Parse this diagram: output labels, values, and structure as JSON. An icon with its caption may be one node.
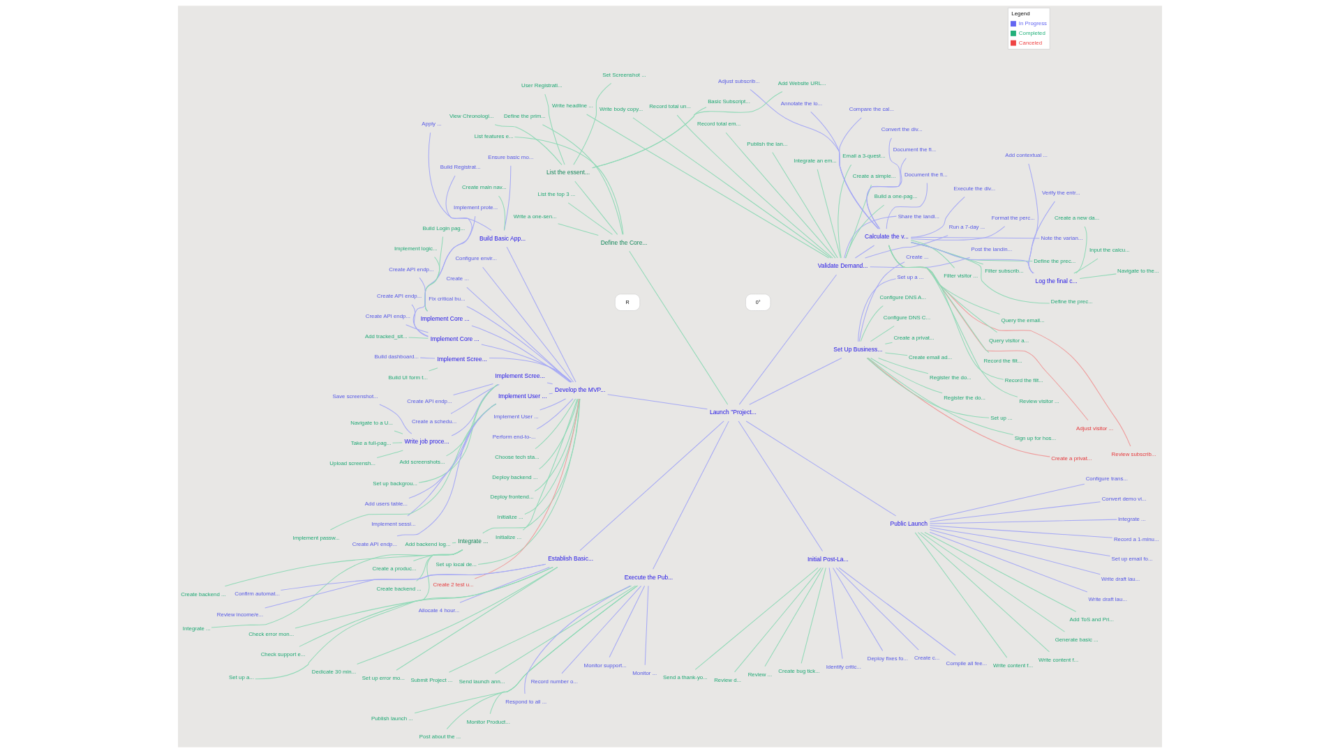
{
  "diagram": {
    "nodes": [
      {
        "text": [
          "Launch \"Project..."
        ]
      },
      {
        "text": [
          "Validate Demand..."
        ]
      },
      {
        "text": [
          "Calculate the v..."
        ]
      },
      {
        "text": [
          "Review subscrib..."
        ]
      },
      {
        "text": [
          "Adjust visitor ..."
        ]
      },
      {
        "text": [
          "Review visitor ..."
        ]
      },
      {
        "text": [
          "Record the filt..."
        ]
      },
      {
        "text": [
          "Record the filt..."
        ]
      },
      {
        "text": [
          "Query visitor a..."
        ]
      },
      {
        "text": [
          "Query the email..."
        ]
      },
      {
        "text": [
          "Filter visitor ..."
        ]
      },
      {
        "text": [
          "Filter subscrib..."
        ]
      },
      {
        "text": [
          "Define the prec..."
        ]
      },
      {
        "text": [
          "Define the prec..."
        ]
      },
      {
        "text": [
          "Note the varian..."
        ]
      },
      {
        "text": [
          "Log the final c..."
        ]
      },
      {
        "text": [
          "Navigate to the..."
        ]
      },
      {
        "text": [
          "Input the calcu..."
        ]
      },
      {
        "text": [
          "Create a new da..."
        ]
      },
      {
        "text": [
          "Verify the entr..."
        ]
      },
      {
        "text": [
          "Add contextual ..."
        ]
      },
      {
        "text": [
          "Format the perc..."
        ]
      },
      {
        "text": [
          "Execute the div..."
        ]
      },
      {
        "text": [
          "Document the fi..."
        ]
      },
      {
        "text": [
          "Document the fi..."
        ]
      },
      {
        "text": [
          "Convert the div..."
        ]
      },
      {
        "text": [
          "Compare the cal..."
        ]
      },
      {
        "text": [
          "Annotate the lo..."
        ]
      },
      {
        "text": [
          "Adjust subscrib..."
        ]
      },
      {
        "text": [
          "Post the landin..."
        ]
      },
      {
        "text": [
          "Run a 7-day ..."
        ]
      },
      {
        "text": [
          "Share the landi..."
        ]
      },
      {
        "text": [
          "Build a one-pag..."
        ]
      },
      {
        "text": [
          "Create a simple..."
        ]
      },
      {
        "text": [
          "Email a 3-quest..."
        ]
      },
      {
        "text": [
          "Integrate an em..."
        ]
      },
      {
        "text": [
          "Publish the lan..."
        ]
      },
      {
        "text": [
          "Record total em..."
        ]
      },
      {
        "text": [
          "Record total un..."
        ]
      },
      {
        "text": [
          "Write body copy..."
        ]
      },
      {
        "text": [
          "Write headline ..."
        ]
      },
      {
        "text": [
          "Define the Core..."
        ]
      },
      {
        "text": [
          "Define the prim..."
        ]
      },
      {
        "text": [
          "List features e..."
        ]
      },
      {
        "text": [
          "List the essent..."
        ]
      },
      {
        "text": [
          "Add Website URL..."
        ]
      },
      {
        "text": [
          "Basic Subscript..."
        ]
      },
      {
        "text": [
          "Set Screenshot ..."
        ]
      },
      {
        "text": [
          "User Registrati..."
        ]
      },
      {
        "text": [
          "View Chronologi..."
        ]
      },
      {
        "text": [
          "List the top 3 ..."
        ]
      },
      {
        "text": [
          "Write a one-sen..."
        ]
      },
      {
        "text": [
          "Develop the MVP..."
        ]
      },
      {
        "text": [
          "Build Basic App..."
        ]
      },
      {
        "text": [
          "Apply ..."
        ]
      },
      {
        "text": [
          "Ensure basic mo..."
        ]
      },
      {
        "text": [
          "Create main nav..."
        ]
      },
      {
        "text": [
          "Configure envir..."
        ]
      },
      {
        "text": [
          "Create ..."
        ]
      },
      {
        "text": [
          "Fix critical bu..."
        ]
      },
      {
        "text": [
          "Implement Core ..."
        ]
      },
      {
        "text": [
          "Build Registrat..."
        ]
      },
      {
        "text": [
          "Implement prote..."
        ]
      },
      {
        "text": [
          "Build Login pag..."
        ]
      },
      {
        "text": [
          "Implement logic..."
        ]
      },
      {
        "text": [
          "Implement Core ..."
        ]
      },
      {
        "text": [
          "Create API endp..."
        ]
      },
      {
        "text": [
          "Create API endp..."
        ]
      },
      {
        "text": [
          "Create API endp..."
        ]
      },
      {
        "text": [
          "Add tracked_sit..."
        ]
      },
      {
        "text": [
          "Implement Scree..."
        ]
      },
      {
        "text": [
          "Build dashboard..."
        ]
      },
      {
        "text": [
          "Build UI form t..."
        ]
      },
      {
        "text": [
          "Implement Scree..."
        ]
      },
      {
        "text": [
          "Create API endp..."
        ]
      },
      {
        "text": [
          "Create a schedu..."
        ]
      },
      {
        "text": [
          "Write job proce..."
        ]
      },
      {
        "text": [
          "Save screenshot..."
        ]
      },
      {
        "text": [
          "Navigate to a U..."
        ]
      },
      {
        "text": [
          "Take a full-pag..."
        ]
      },
      {
        "text": [
          "Upload screensh..."
        ]
      },
      {
        "text": [
          "Add screenshots..."
        ]
      },
      {
        "text": [
          "Set up backgrou..."
        ]
      },
      {
        "text": [
          "Implement User ..."
        ]
      },
      {
        "text": [
          "Add users table..."
        ]
      },
      {
        "text": [
          "Create API endp..."
        ]
      },
      {
        "text": [
          "Implement sessi..."
        ]
      },
      {
        "text": [
          "Implement passw..."
        ]
      },
      {
        "text": [
          "Implement User ..."
        ]
      },
      {
        "text": [
          "Perform end-to-..."
        ]
      },
      {
        "text": [
          "Choose tech sta..."
        ]
      },
      {
        "text": [
          "Deploy backend ..."
        ]
      },
      {
        "text": [
          "Deploy frontend..."
        ]
      },
      {
        "text": [
          "Initialize ..."
        ]
      },
      {
        "text": [
          "Initialize ..."
        ]
      },
      {
        "text": [
          "Integrate ..."
        ]
      },
      {
        "text": [
          "Add backend log..."
        ]
      },
      {
        "text": [
          "Create a produc..."
        ]
      },
      {
        "text": [
          "Create backend ..."
        ]
      },
      {
        "text": [
          "Create backend ..."
        ]
      },
      {
        "text": [
          "Integrate ..."
        ]
      },
      {
        "text": [
          "Set up a..."
        ]
      },
      {
        "text": [
          "Set up local de..."
        ]
      },
      {
        "text": [
          "Create 2 test u..."
        ]
      },
      {
        "text": [
          "Establish Basic..."
        ]
      },
      {
        "text": [
          "Allocate 4 hour..."
        ]
      },
      {
        "text": [
          "Confirm automat..."
        ]
      },
      {
        "text": [
          "Review income/e..."
        ]
      },
      {
        "text": [
          "Check error mon..."
        ]
      },
      {
        "text": [
          "Check support e..."
        ]
      },
      {
        "text": [
          "Dedicate 30 min..."
        ]
      },
      {
        "text": [
          "Set up error mo..."
        ]
      },
      {
        "text": [
          "Execute the Pub..."
        ]
      },
      {
        "text": [
          "Submit Project ..."
        ]
      },
      {
        "text": [
          "Send launch ann..."
        ]
      },
      {
        "text": [
          "Publish launch ..."
        ]
      },
      {
        "text": [
          "Post about the ..."
        ]
      },
      {
        "text": [
          "Monitor Product..."
        ]
      },
      {
        "text": [
          "Respond to all ..."
        ]
      },
      {
        "text": [
          "Record number o..."
        ]
      },
      {
        "text": [
          "Monitor support..."
        ]
      },
      {
        "text": [
          "Monitor ..."
        ]
      },
      {
        "text": [
          "Initial Post-La..."
        ]
      },
      {
        "text": [
          "Send a thank-yo..."
        ]
      },
      {
        "text": [
          "Review d..."
        ]
      },
      {
        "text": [
          "Review ..."
        ]
      },
      {
        "text": [
          "Create bug tick..."
        ]
      },
      {
        "text": [
          "Identify critic..."
        ]
      },
      {
        "text": [
          "Deploy fixes fo..."
        ]
      },
      {
        "text": [
          "Create c..."
        ]
      },
      {
        "text": [
          "Compile all fee..."
        ]
      },
      {
        "text": [
          "Public Launch"
        ]
      },
      {
        "text": [
          "Write content f..."
        ]
      },
      {
        "text": [
          "Write content f..."
        ]
      },
      {
        "text": [
          "Generate basic ..."
        ]
      },
      {
        "text": [
          "Add ToS and Pri..."
        ]
      },
      {
        "text": [
          "Write draft lau..."
        ]
      },
      {
        "text": [
          "Write draft lau..."
        ]
      },
      {
        "text": [
          "Set up email fo..."
        ]
      },
      {
        "text": [
          "Record a 1-minu..."
        ]
      },
      {
        "text": [
          "Integrate ..."
        ]
      },
      {
        "text": [
          "Convert demo vi..."
        ]
      },
      {
        "text": [
          "Configure trans..."
        ]
      },
      {
        "text": [
          "Set Up Business..."
        ]
      },
      {
        "text": [
          "Create a privat..."
        ]
      },
      {
        "text": [
          "Sign up for hos..."
        ]
      },
      {
        "text": [
          "Set up ..."
        ]
      },
      {
        "text": [
          "Register the do..."
        ]
      },
      {
        "text": [
          "Register the do..."
        ]
      },
      {
        "text": [
          "Create email ad..."
        ]
      },
      {
        "text": [
          "Create a privat..."
        ]
      },
      {
        "text": [
          "Configure DNS C..."
        ]
      },
      {
        "text": [
          "Configure DNS A..."
        ]
      },
      {
        "text": [
          "Set up a ..."
        ]
      },
      {
        "text": [
          "Create ..."
        ]
      }
    ],
    "edges": [
      {
        "from": 0,
        "to": 1,
        "arrow": "none",
        "color": "#a5a8f5"
      },
      {
        "from": 1,
        "to": 2,
        "arrow": "none",
        "color": "#a5a8f5"
      },
      {
        "from": 2,
        "to": 3,
        "arrow": "none",
        "color": "#ef9a9a"
      },
      {
        "from": 2,
        "to": 4,
        "arrow": "none",
        "color": "#ef9a9a"
      },
      {
        "from": 2,
        "to": 5,
        "arrow": "none"
      },
      {
        "from": 2,
        "to": 6,
        "arrow": "none"
      },
      {
        "from": 2,
        "to": 7,
        "arrow": "none"
      },
      {
        "from": 2,
        "to": 8,
        "arrow": "none"
      },
      {
        "from": 2,
        "to": 9,
        "arrow": "none"
      },
      {
        "from": 2,
        "to": 10,
        "arrow": "none"
      },
      {
        "from": 2,
        "to": 11,
        "arrow": "none"
      },
      {
        "from": 2,
        "to": 12,
        "arrow": "none"
      },
      {
        "from": 2,
        "to": 13,
        "arrow": "none"
      },
      {
        "from": 2,
        "to": 14,
        "arrow": "none",
        "color": "#a5a8f5"
      },
      {
        "from": 2,
        "to": 15,
        "arrow": "none",
        "color": "#a5a8f5"
      },
      {
        "from": 15,
        "to": 16,
        "arrow": "none"
      },
      {
        "from": 15,
        "to": 17,
        "arrow": "none"
      },
      {
        "from": 15,
        "to": 18,
        "arrow": "none"
      },
      {
        "from": 15,
        "to": 19,
        "arrow": "none",
        "color": "#a5a8f5"
      },
      {
        "from": 15,
        "to": 20,
        "arrow": "none",
        "color": "#a5a8f5"
      },
      {
        "from": 2,
        "to": 21,
        "arrow": "none",
        "color": "#a5a8f5"
      },
      {
        "from": 2,
        "to": 22,
        "arrow": "none",
        "color": "#a5a8f5"
      },
      {
        "from": 2,
        "to": 23,
        "arrow": "none",
        "color": "#a5a8f5"
      },
      {
        "from": 2,
        "to": 24,
        "arrow": "none",
        "color": "#a5a8f5"
      },
      {
        "from": 2,
        "to": 25,
        "arrow": "none",
        "color": "#a5a8f5"
      },
      {
        "from": 2,
        "to": 26,
        "arrow": "none",
        "color": "#a5a8f5"
      },
      {
        "from": 2,
        "to": 27,
        "arrow": "none",
        "color": "#a5a8f5"
      },
      {
        "from": 2,
        "to": 28,
        "arrow": "none",
        "color": "#a5a8f5"
      },
      {
        "from": 1,
        "to": 29,
        "arrow": "none",
        "color": "#a5a8f5"
      },
      {
        "from": 1,
        "to": 30,
        "arrow": "none",
        "color": "#a5a8f5"
      },
      {
        "from": 1,
        "to": 31,
        "arrow": "none",
        "color": "#a5a8f5"
      },
      {
        "from": 1,
        "to": 32,
        "arrow": "none"
      },
      {
        "from": 1,
        "to": 33,
        "arrow": "none"
      },
      {
        "from": 1,
        "to": 34,
        "arrow": "none"
      },
      {
        "from": 1,
        "to": 35,
        "arrow": "none"
      },
      {
        "from": 1,
        "to": 36,
        "arrow": "none"
      },
      {
        "from": 1,
        "to": 37,
        "arrow": "none"
      },
      {
        "from": 1,
        "to": 38,
        "arrow": "none"
      },
      {
        "from": 1,
        "to": 39,
        "arrow": "none"
      },
      {
        "from": 1,
        "to": 40,
        "arrow": "none"
      },
      {
        "from": 0,
        "to": 41,
        "arrow": "none"
      },
      {
        "from": 41,
        "to": 42,
        "arrow": "none"
      },
      {
        "from": 41,
        "to": 43,
        "arrow": "none"
      },
      {
        "from": 41,
        "to": 44,
        "arrow": "none"
      },
      {
        "from": 44,
        "to": 45,
        "arrow": "none"
      },
      {
        "from": 44,
        "to": 46,
        "arrow": "none"
      },
      {
        "from": 44,
        "to": 47,
        "arrow": "none"
      },
      {
        "from": 44,
        "to": 48,
        "arrow": "none"
      },
      {
        "from": 44,
        "to": 49,
        "arrow": "none"
      },
      {
        "from": 41,
        "to": 50,
        "arrow": "none"
      },
      {
        "from": 41,
        "to": 51,
        "arrow": "none"
      },
      {
        "from": 0,
        "to": 52,
        "arrow": "none",
        "color": "#a5a8f5"
      },
      {
        "from": 52,
        "to": 53,
        "arrow": "none",
        "color": "#a5a8f5"
      },
      {
        "from": 53,
        "to": 54,
        "arrow": "none",
        "color": "#a5a8f5"
      },
      {
        "from": 53,
        "to": 55,
        "arrow": "none",
        "color": "#a5a8f5"
      },
      {
        "from": 53,
        "to": 56,
        "arrow": "none"
      },
      {
        "from": 52,
        "to": 57,
        "arrow": "none",
        "color": "#a5a8f5"
      },
      {
        "from": 52,
        "to": 58,
        "arrow": "none",
        "color": "#a5a8f5"
      },
      {
        "from": 52,
        "to": 59,
        "arrow": "none",
        "color": "#a5a8f5"
      },
      {
        "from": 52,
        "to": 60,
        "arrow": "none",
        "color": "#a5a8f5"
      },
      {
        "from": 60,
        "to": 61,
        "arrow": "none",
        "color": "#a5a8f5"
      },
      {
        "from": 60,
        "to": 62,
        "arrow": "none",
        "color": "#a5a8f5"
      },
      {
        "from": 60,
        "to": 63,
        "arrow": "none"
      },
      {
        "from": 60,
        "to": 64,
        "arrow": "none"
      },
      {
        "from": 52,
        "to": 65,
        "arrow": "none",
        "color": "#a5a8f5"
      },
      {
        "from": 65,
        "to": 66,
        "arrow": "none",
        "color": "#a5a8f5"
      },
      {
        "from": 65,
        "to": 67,
        "arrow": "none",
        "color": "#a5a8f5"
      },
      {
        "from": 65,
        "to": 68,
        "arrow": "none",
        "color": "#a5a8f5"
      },
      {
        "from": 65,
        "to": 69,
        "arrow": "none"
      },
      {
        "from": 52,
        "to": 70,
        "arrow": "none",
        "color": "#a5a8f5"
      },
      {
        "from": 70,
        "to": 71,
        "arrow": "none",
        "color": "#a5a8f5"
      },
      {
        "from": 70,
        "to": 72,
        "arrow": "none"
      },
      {
        "from": 52,
        "to": 73,
        "arrow": "none",
        "color": "#a5a8f5"
      },
      {
        "from": 73,
        "to": 74,
        "arrow": "none",
        "color": "#a5a8f5"
      },
      {
        "from": 73,
        "to": 75,
        "arrow": "none",
        "color": "#a5a8f5"
      },
      {
        "from": 73,
        "to": 76,
        "arrow": "none",
        "color": "#a5a8f5"
      },
      {
        "from": 76,
        "to": 77,
        "arrow": "none",
        "color": "#a5a8f5"
      },
      {
        "from": 76,
        "to": 78,
        "arrow": "none"
      },
      {
        "from": 76,
        "to": 79,
        "arrow": "none"
      },
      {
        "from": 76,
        "to": 80,
        "arrow": "none"
      },
      {
        "from": 73,
        "to": 81,
        "arrow": "none"
      },
      {
        "from": 73,
        "to": 82,
        "arrow": "none"
      },
      {
        "from": 52,
        "to": 83,
        "arrow": "none",
        "color": "#a5a8f5"
      },
      {
        "from": 83,
        "to": 84,
        "arrow": "none",
        "color": "#a5a8f5"
      },
      {
        "from": 83,
        "to": 85,
        "arrow": "none",
        "color": "#a5a8f5"
      },
      {
        "from": 83,
        "to": 86,
        "arrow": "none",
        "color": "#a5a8f5"
      },
      {
        "from": 83,
        "to": 87,
        "arrow": "none"
      },
      {
        "from": 52,
        "to": 88,
        "arrow": "none",
        "color": "#a5a8f5"
      },
      {
        "from": 52,
        "to": 89,
        "arrow": "none",
        "color": "#a5a8f5"
      },
      {
        "from": 52,
        "to": 90,
        "arrow": "none"
      },
      {
        "from": 52,
        "to": 91,
        "arrow": "none"
      },
      {
        "from": 52,
        "to": 92,
        "arrow": "none"
      },
      {
        "from": 52,
        "to": 93,
        "arrow": "none"
      },
      {
        "from": 52,
        "to": 94,
        "arrow": "none"
      },
      {
        "from": 52,
        "to": 95,
        "arrow": "none"
      },
      {
        "from": 95,
        "to": 96,
        "arrow": "none"
      },
      {
        "from": 95,
        "to": 97,
        "arrow": "none"
      },
      {
        "from": 95,
        "to": 98,
        "arrow": "none"
      },
      {
        "from": 95,
        "to": 99,
        "arrow": "none"
      },
      {
        "from": 95,
        "to": 100,
        "arrow": "none"
      },
      {
        "from": 95,
        "to": 101,
        "arrow": "none"
      },
      {
        "from": 52,
        "to": 102,
        "arrow": "none"
      },
      {
        "from": 52,
        "to": 103,
        "arrow": "none",
        "color": "#ef9a9a"
      },
      {
        "from": 0,
        "to": 104,
        "arrow": "none",
        "color": "#a5a8f5"
      },
      {
        "from": 104,
        "to": 105,
        "arrow": "none",
        "color": "#a5a8f5"
      },
      {
        "from": 104,
        "to": 106,
        "arrow": "none",
        "color": "#a5a8f5"
      },
      {
        "from": 104,
        "to": 107,
        "arrow": "none",
        "color": "#a5a8f5"
      },
      {
        "from": 104,
        "to": 108,
        "arrow": "none"
      },
      {
        "from": 104,
        "to": 109,
        "arrow": "none"
      },
      {
        "from": 104,
        "to": 110,
        "arrow": "none"
      },
      {
        "from": 104,
        "to": 111,
        "arrow": "none"
      },
      {
        "from": 0,
        "to": 112,
        "arrow": "none",
        "color": "#a5a8f5"
      },
      {
        "from": 112,
        "to": 113,
        "arrow": "none"
      },
      {
        "from": 112,
        "to": 114,
        "arrow": "none"
      },
      {
        "from": 112,
        "to": 115,
        "arrow": "none"
      },
      {
        "from": 112,
        "to": 116,
        "arrow": "none"
      },
      {
        "from": 112,
        "to": 117,
        "arrow": "none"
      },
      {
        "from": 112,
        "to": 118,
        "arrow": "none",
        "color": "#a5a8f5"
      },
      {
        "from": 112,
        "to": 119,
        "arrow": "none",
        "color": "#a5a8f5"
      },
      {
        "from": 112,
        "to": 120,
        "arrow": "none",
        "color": "#a5a8f5"
      },
      {
        "from": 112,
        "to": 121,
        "arrow": "none",
        "color": "#a5a8f5"
      },
      {
        "from": 0,
        "to": 122,
        "arrow": "none",
        "color": "#a5a8f5"
      },
      {
        "from": 122,
        "to": 123,
        "arrow": "none"
      },
      {
        "from": 122,
        "to": 124,
        "arrow": "none"
      },
      {
        "from": 122,
        "to": 125,
        "arrow": "none"
      },
      {
        "from": 122,
        "to": 126,
        "arrow": "none"
      },
      {
        "from": 122,
        "to": 127,
        "arrow": "none",
        "color": "#a5a8f5"
      },
      {
        "from": 122,
        "to": 128,
        "arrow": "none",
        "color": "#a5a8f5"
      },
      {
        "from": 122,
        "to": 129,
        "arrow": "none",
        "color": "#a5a8f5"
      },
      {
        "from": 122,
        "to": 130,
        "arrow": "none",
        "color": "#a5a8f5"
      },
      {
        "from": 0,
        "to": 131,
        "arrow": "none",
        "color": "#a5a8f5"
      },
      {
        "from": 131,
        "to": 132,
        "arrow": "none"
      },
      {
        "from": 131,
        "to": 133,
        "arrow": "none"
      },
      {
        "from": 131,
        "to": 134,
        "arrow": "none"
      },
      {
        "from": 131,
        "to": 135,
        "arrow": "none"
      },
      {
        "from": 131,
        "to": 136,
        "arrow": "none",
        "color": "#a5a8f5"
      },
      {
        "from": 131,
        "to": 137,
        "arrow": "none",
        "color": "#a5a8f5"
      },
      {
        "from": 131,
        "to": 138,
        "arrow": "none",
        "color": "#a5a8f5"
      },
      {
        "from": 131,
        "to": 139,
        "arrow": "none",
        "color": "#a5a8f5"
      },
      {
        "from": 131,
        "to": 140,
        "arrow": "none",
        "color": "#a5a8f5"
      },
      {
        "from": 131,
        "to": 141,
        "arrow": "none",
        "color": "#a5a8f5"
      },
      {
        "from": 131,
        "to": 142,
        "arrow": "none",
        "color": "#a5a8f5"
      },
      {
        "from": 0,
        "to": 143,
        "arrow": "none",
        "color": "#a5a8f5"
      },
      {
        "from": 143,
        "to": 144,
        "arrow": "none",
        "color": "#ef9a9a"
      },
      {
        "from": 143,
        "to": 145,
        "arrow": "none"
      },
      {
        "from": 143,
        "to": 146,
        "arrow": "none"
      },
      {
        "from": 143,
        "to": 147,
        "arrow": "none"
      },
      {
        "from": 143,
        "to": 148,
        "arrow": "none"
      },
      {
        "from": 143,
        "to": 149,
        "arrow": "none"
      },
      {
        "from": 143,
        "to": 150,
        "arrow": "none"
      },
      {
        "from": 143,
        "to": 151,
        "arrow": "none"
      },
      {
        "from": 143,
        "to": 152,
        "arrow": "none"
      },
      {
        "from": 143,
        "to": 153,
        "arrow": "none",
        "color": "#a5a8f5"
      },
      {
        "from": 143,
        "to": 154,
        "arrow": "none",
        "color": "#a5a8f5"
      }
    ],
    "labels": [
      "Legend",
      "0°",
      "R"
    ],
    "legend": [
      {
        "text": "In Progress",
        "color": "#6366f1"
      },
      {
        "text": "Completed",
        "color": "#22b07a"
      },
      {
        "text": "Canceled",
        "color": "#ef4444"
      }
    ]
  }
}
